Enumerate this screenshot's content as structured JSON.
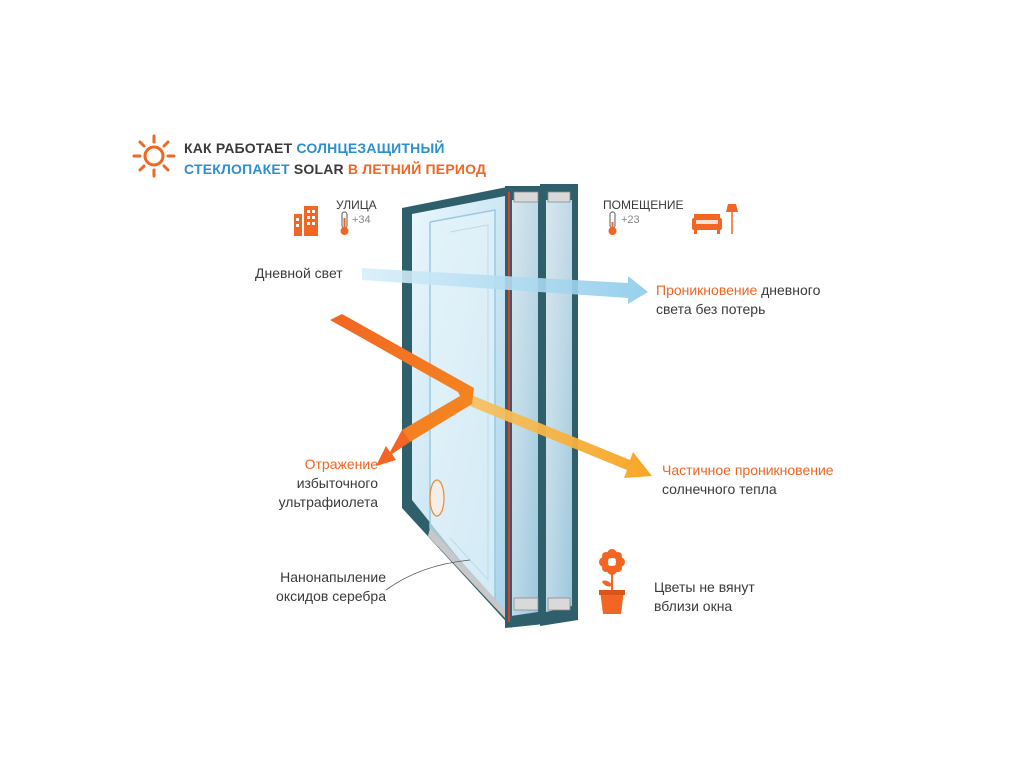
{
  "title": {
    "line1_a": "КАК РАБОТАЕТ ",
    "line1_b": "СОЛНЦЕЗАЩИТНЫЙ",
    "line2_a": "СТЕКЛОПАКЕТ ",
    "line2_b": "SOLAR",
    "line2_c": " В ЛЕТНИЙ ПЕРИОД"
  },
  "street": {
    "label": "УЛИЦА",
    "temp": "+34"
  },
  "room": {
    "label": "ПОМЕЩЕНИЕ",
    "temp": "+23"
  },
  "daylight": {
    "label": "Дневной свет"
  },
  "penetration": {
    "highlight": "Проникновение",
    "rest1": " дневного",
    "line2": "света без потерь"
  },
  "reflection": {
    "highlight": "Отражение",
    "line2": "избыточного",
    "line3": "ультрафиолета"
  },
  "partial": {
    "highlight": "Частичное проникновение",
    "line2": "солнечного тепла"
  },
  "coating": {
    "line1": "Нанонапыление",
    "line2": "оксидов серебра"
  },
  "flowers": {
    "line1": "Цветы не вянут",
    "line2": "вблизи окна"
  },
  "colors": {
    "accent": "#f26522",
    "blue": "#2c8fcf",
    "frame": "#2f5f6a",
    "glass": "#cfe8f5"
  }
}
